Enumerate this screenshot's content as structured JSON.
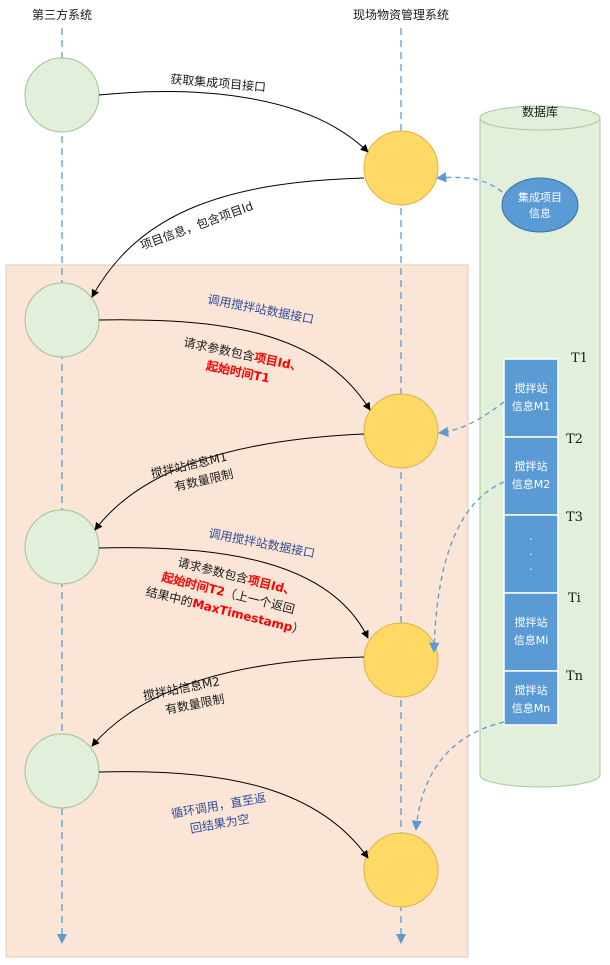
{
  "lanes": {
    "third_party": "第三方系统",
    "onsite": "现场物资管理系统"
  },
  "database": {
    "title": "数据库",
    "project_info_line1": "集成项目",
    "project_info_line2": "信息",
    "cells": [
      {
        "line1": "搅拌站",
        "line2": "信息M1"
      },
      {
        "line1": "搅拌站",
        "line2": "信息M2"
      },
      {
        "line1": "",
        "line2": ""
      },
      {
        "line1": "搅拌站",
        "line2": "信息Mi"
      },
      {
        "line1": "搅拌站",
        "line2": "信息Mn"
      }
    ],
    "ellipsis": [
      "·",
      "·",
      "·"
    ],
    "time_labels": [
      "T1",
      "T2",
      "T3",
      "Ti",
      "Tn"
    ]
  },
  "messages": {
    "get_project": "获取集成项目接口",
    "project_info": "项目信息，包含项目Id",
    "call_mixing_1": "调用搅拌站数据接口",
    "req1_line1": "请求参数包含",
    "req1_red1": "项目Id、",
    "req1_red2": "起始时间T1",
    "resp1_line1": "搅拌站信息M1",
    "resp1_line2": "有数量限制",
    "call_mixing_2": "调用搅拌站数据接口",
    "req2_line1": "请求参数包含",
    "req2_red1": "项目Id、",
    "req2_red2": "起始时间T2",
    "req2_line2b": "（上一个返回",
    "req2_line3a": "结果中的",
    "req2_red3": "MaxTimestamp",
    "req2_line3b": "）",
    "resp2_line1": "搅拌站信息M2",
    "resp2_line2": "有数量限制",
    "loop_line1": "循环调用，直至返",
    "loop_line2": "回结果为空"
  },
  "colors": {
    "green_node": "#e2efda",
    "yellow_node": "#ffd966",
    "loop_bg": "#fbe5d6",
    "db_bg": "#e2efda",
    "cell_blue": "#5b9bd5",
    "lifeline": "#5b9bd5",
    "blue_text": "#2f4d9a",
    "red_text": "#ff0000"
  }
}
